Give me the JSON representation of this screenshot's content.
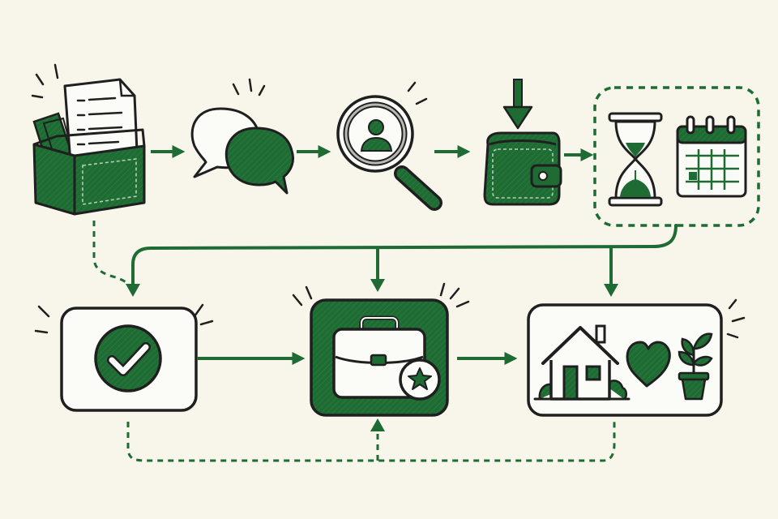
{
  "colors": {
    "background": "#f8f5eb",
    "ink": "#1f1f1f",
    "green": "#1e6b33",
    "green_dark": "#17552a",
    "paper": "#fbfbf7"
  },
  "stages": [
    {
      "id": "application-box",
      "icon": "box-with-documents-icon"
    },
    {
      "id": "conversation",
      "icon": "speech-bubbles-icon"
    },
    {
      "id": "candidate-search",
      "icon": "magnifier-person-icon"
    },
    {
      "id": "payment",
      "icon": "wallet-with-arrow-icon"
    },
    {
      "id": "waiting-period",
      "icon": "hourglass-calendar-icon"
    },
    {
      "id": "approval",
      "icon": "check-circle-icon"
    },
    {
      "id": "new-job",
      "icon": "briefcase-star-icon"
    },
    {
      "id": "home-life",
      "icon": "house-heart-plant-icon"
    }
  ]
}
